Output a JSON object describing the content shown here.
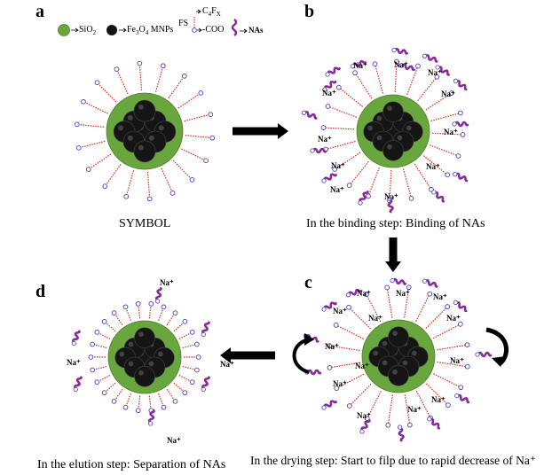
{
  "panels": {
    "a": "a",
    "b": "b",
    "c": "c",
    "d": "d"
  },
  "legend": {
    "sio2": "SiO",
    "sio2_sub": "2",
    "mnp": "Fe",
    "mnp_sub1": "3",
    "mnp_mid": "O",
    "mnp_sub2": "4",
    "mnp_tail": " MNPs",
    "fs": "FS",
    "chain": "C",
    "chain_sub1": "4",
    "chain_mid": "F",
    "chain_sub2": "X",
    "head": "-COO",
    "nas": "NAs"
  },
  "captions": {
    "a": "SYMBOL",
    "b": "In the binding step: Binding of NAs",
    "c": "In the drying step:  Start to filp due to rapid decrease of Na⁺",
    "d": "In the elution step: Separation of NAs"
  },
  "ion_label": "Na⁺",
  "colors": {
    "silica": "#6aa63e",
    "silica_edge": "#4f7f2c",
    "core": "#151515",
    "chain": "#d9382a",
    "head": "#5b4fc4",
    "nas": "#8a2a9a",
    "arrow": "#000000"
  }
}
